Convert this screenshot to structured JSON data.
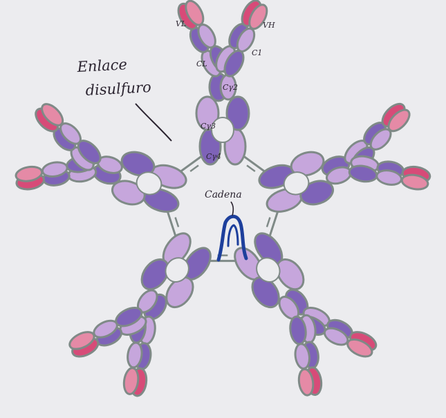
{
  "annotations": {
    "disulfide_line1": "Enlace",
    "disulfide_line2": "disulfuro",
    "chain": "Cadena"
  },
  "domain_labels": {
    "vl": "VL",
    "vh": "VH",
    "cl": "CL",
    "ch1": "C1",
    "ch2": "Cγ2",
    "ch3": "Cγ3",
    "ch4": "Cγ4"
  },
  "colors": {
    "background": "#ececef",
    "outline": "#7f8a87",
    "heavy_chain": "#7e63b8",
    "light_chain": "#c6a6dc",
    "variable_region": "#d74b78",
    "j_chain": "#1d3f9c",
    "ink": "#2b2430"
  }
}
